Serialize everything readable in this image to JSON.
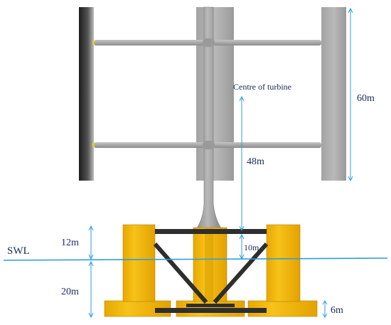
{
  "labels": {
    "centre": "Centre of turbine",
    "swl": "SWL",
    "tower_height": "60m",
    "hub_height": "48m",
    "freeboard": "12m",
    "draft": "20m",
    "column_above_swl": "10m",
    "heave_plate": "6m"
  },
  "colors": {
    "blade": "#a9a9a9",
    "blade_dark": "#2a2a2a",
    "tower": "#9e9e9e",
    "platform": "#f2b200",
    "platform_shade": "#c48e00",
    "brace": "#303030",
    "waterline": "#2d9fd8",
    "dimension": "#2d9fd8",
    "text": "#1a2a5a"
  }
}
